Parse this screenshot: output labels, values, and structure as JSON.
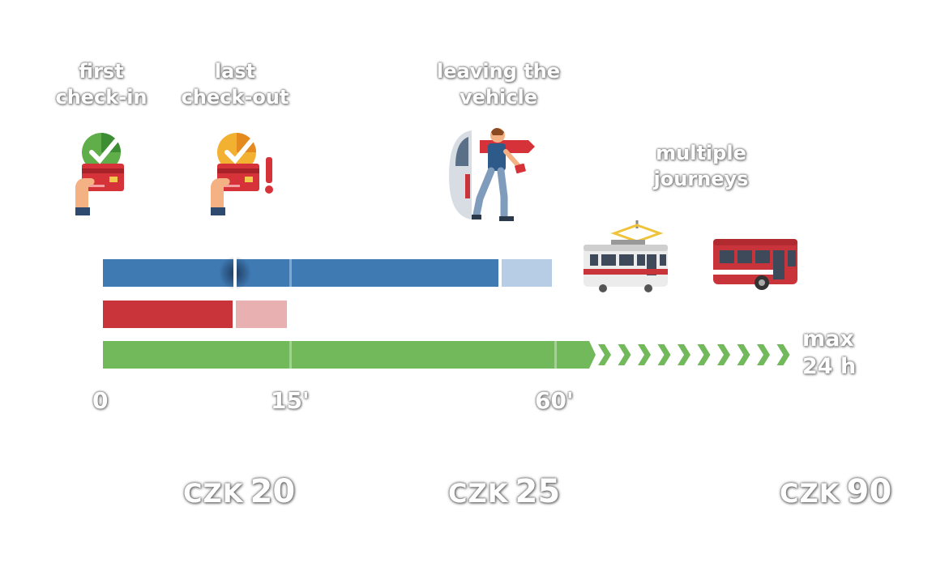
{
  "labels": {
    "first_checkin": [
      "first",
      "check-in"
    ],
    "last_checkout": [
      "last",
      "check-out"
    ],
    "leaving_vehicle": [
      "leaving the",
      "vehicle"
    ],
    "multiple_journeys": [
      "multiple",
      "journeys"
    ],
    "max_duration": [
      "max",
      "24 h"
    ]
  },
  "ticks": [
    "0",
    "15'",
    "60'"
  ],
  "prices": [
    {
      "currency": "CZK",
      "amount": "20"
    },
    {
      "currency": "CZK",
      "amount": "25"
    },
    {
      "currency": "CZK",
      "amount": "90"
    }
  ],
  "colors": {
    "blue": "#3f7ab3",
    "blue_light": "#b7cde5",
    "red": "#c9333a",
    "red_light": "#e9b0b2",
    "green": "#71b95a"
  },
  "icons": {
    "first_checkin": "card-check-icon",
    "last_checkout": "card-warning-icon",
    "leaving_vehicle": "person-leaving-vehicle-icon",
    "tram": "tram-icon",
    "bus": "bus-icon"
  }
}
